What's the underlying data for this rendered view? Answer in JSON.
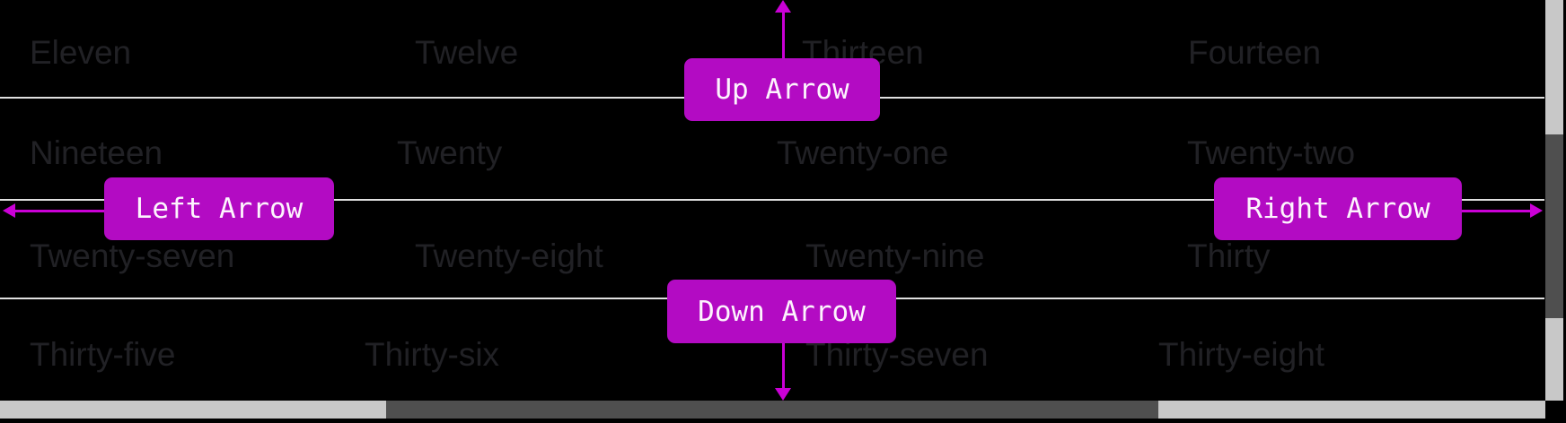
{
  "grid": {
    "rows": [
      {
        "c1": "Eleven",
        "c2": "Twelve",
        "c3": "Thirteen",
        "c4": "Fourteen"
      },
      {
        "c1": "Nineteen",
        "c2": "Twenty",
        "c3": "Twenty-one",
        "c4": "Twenty-two"
      },
      {
        "c1": "Twenty-seven",
        "c2": "Twenty-eight",
        "c3": "Twenty-nine",
        "c4": "Thirty"
      },
      {
        "c1": "Thirty-five",
        "c2": "Thirty-six",
        "c3": "Thirty-seven",
        "c4": "Thirty-eight"
      }
    ]
  },
  "annotations": {
    "up_label": "Up Arrow",
    "down_label": "Down Arrow",
    "left_label": "Left Arrow",
    "right_label": "Right Arrow"
  },
  "colors": {
    "background": "#000000",
    "annotation_box": "#b30bc3",
    "annotation_arrow": "#ca00d6",
    "annotation_text": "#fdf4fd",
    "row_line": "#e0e0e0",
    "cell_text": "#212125",
    "scrollbar_track": "#c8c8c8",
    "scrollbar_thumb": "#4f4f4f"
  }
}
